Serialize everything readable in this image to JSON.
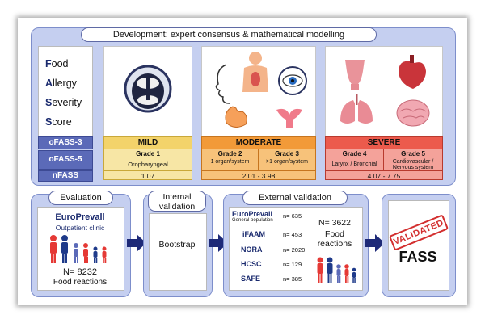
{
  "header": {
    "title": "Development: expert consensus & mathematical modelling"
  },
  "acronym": [
    {
      "letter": "F",
      "rest": "ood"
    },
    {
      "letter": "A",
      "rest": "llergy"
    },
    {
      "letter": "S",
      "rest": "everity"
    },
    {
      "letter": "S",
      "rest": "core"
    }
  ],
  "row_labels": {
    "ofass3": "oFASS-3",
    "ofass5": "oFASS-5",
    "nfass": "nFASS"
  },
  "mild": {
    "label": "MILD",
    "grade": "Grade 1",
    "site": "Oropharyngeal",
    "score": "1.07"
  },
  "moderate": {
    "label": "MODERATE",
    "grade2": "Grade 2",
    "grade3": "Grade 3",
    "site2": "1 organ/system",
    "site3": ">1 organ/system",
    "score": "2.01 - 3.98"
  },
  "severe": {
    "label": "SEVERE",
    "grade4": "Grade 4",
    "grade5": "Grade 5",
    "site4": "Larynx / Bronchial",
    "site5": "Cardiovascular / Nervous system",
    "score": "4.07 - 7.75"
  },
  "evaluation": {
    "title": "Evaluation",
    "study": "EuroPrevall",
    "setting": "Outpatient clinic",
    "n": "N= 8232",
    "reactions": "Food reactions"
  },
  "internal": {
    "title": "Internal validation",
    "method": "Bootstrap"
  },
  "external": {
    "title": "External validation",
    "studies": [
      {
        "name": "EuroPrevall",
        "sub": "General population",
        "n": "n= 635"
      },
      {
        "name": "iFAAM",
        "sub": "",
        "n": "n= 453"
      },
      {
        "name": "NORA",
        "sub": "",
        "n": "n= 2020"
      },
      {
        "name": "HCSC",
        "sub": "",
        "n": "n= 129"
      },
      {
        "name": "SAFE",
        "sub": "",
        "n": "n= 385"
      }
    ],
    "total_n": "N= 3622",
    "total_label": "Food reactions"
  },
  "final": {
    "stamp": "VALIDATED",
    "label": "FASS"
  },
  "colors": {
    "panel": "#c5cff0",
    "mild": "#f7e6a5",
    "mild_head": "#f3d36a",
    "moderate": "#f7c27a",
    "moderate_head": "#f29a38",
    "severe": "#f4a29a",
    "severe_head": "#ec5a4c",
    "arrow": "#1e2a78"
  }
}
